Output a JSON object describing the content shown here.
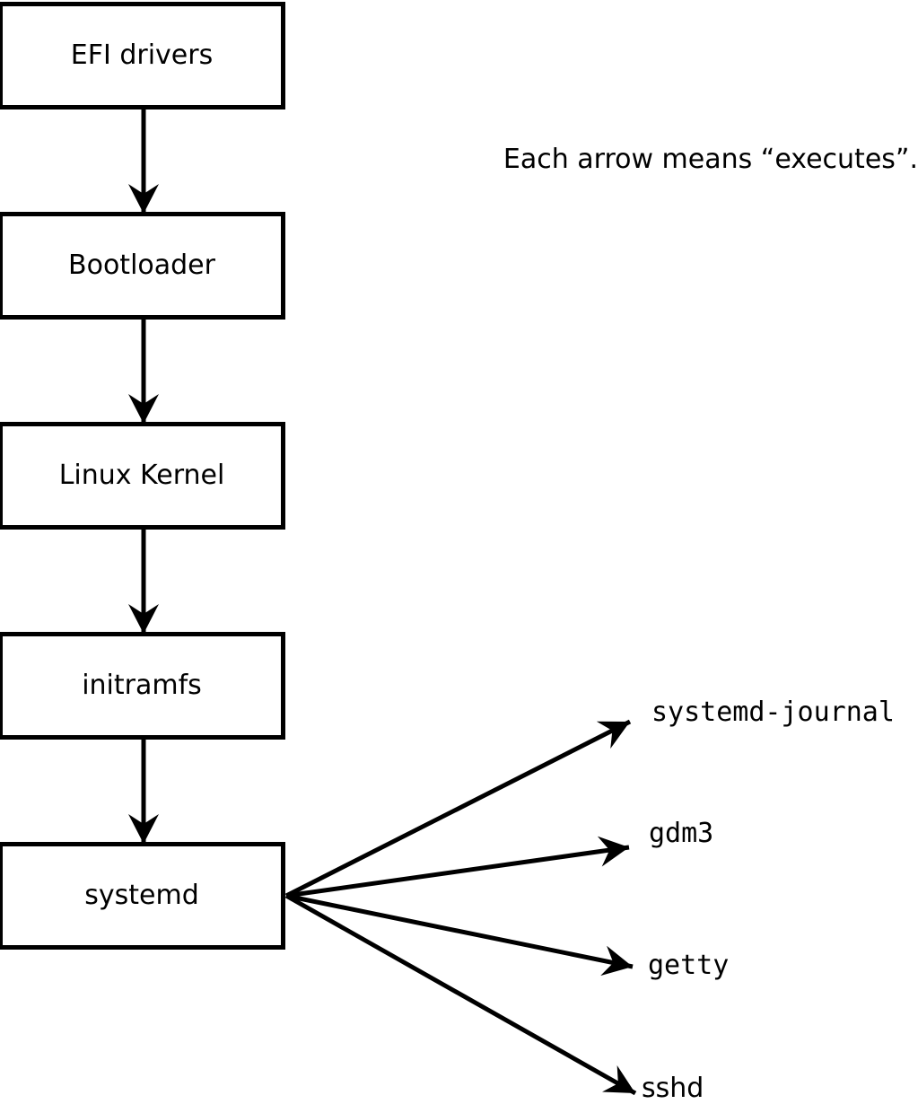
{
  "note": "Each arrow means “executes”.",
  "chain": [
    {
      "id": "efi-drivers",
      "label": "EFI drivers"
    },
    {
      "id": "bootloader",
      "label": "Bootloader"
    },
    {
      "id": "linux-kernel",
      "label": "Linux Kernel"
    },
    {
      "id": "initramfs",
      "label": "initramfs"
    },
    {
      "id": "systemd",
      "label": "systemd"
    }
  ],
  "services": [
    {
      "id": "systemd-journal",
      "label": "systemd-journal"
    },
    {
      "id": "gdm3",
      "label": "gdm3"
    },
    {
      "id": "getty",
      "label": "getty"
    },
    {
      "id": "sshd",
      "label": "sshd"
    }
  ],
  "edges": {
    "meaning": "executes",
    "chain_arrows": [
      "efi-drivers->bootloader",
      "bootloader->linux-kernel",
      "linux-kernel->initramfs",
      "initramfs->systemd"
    ],
    "fanout_arrows": [
      "systemd->systemd-journal",
      "systemd->gdm3",
      "systemd->getty",
      "systemd->sshd"
    ]
  },
  "colors": {
    "line": "#000000",
    "background": "#ffffff",
    "box_fill": "#ffffff",
    "text": "#000000"
  }
}
